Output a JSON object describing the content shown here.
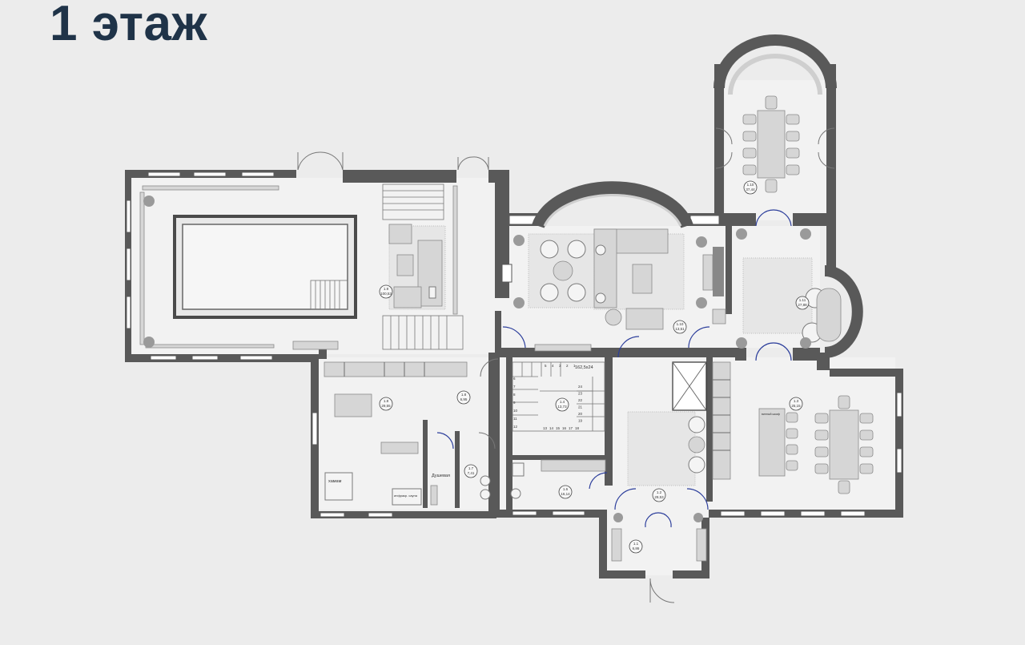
{
  "page": {
    "title": "1 этаж"
  },
  "rooms": [
    {
      "id": "1.9",
      "area": "100,53"
    },
    {
      "id": "1.8",
      "area": "29,55"
    },
    {
      "id": "1.8",
      "area": "6,95"
    },
    {
      "id": "1.7",
      "area": "7,41"
    },
    {
      "id": "1.10",
      "area": "37,44"
    },
    {
      "id": "1.11",
      "area": "27,88"
    },
    {
      "id": "1.10",
      "area": "13,51"
    },
    {
      "id": "1.6",
      "area": "16,14"
    },
    {
      "id": "1.3",
      "area": "25,15"
    },
    {
      "id": "1.2",
      "area": "29,53"
    },
    {
      "id": "1.4",
      "area": "13,73"
    },
    {
      "id": "1.1",
      "area": "6,86"
    }
  ],
  "labels": {
    "stair_size": "162,5х24",
    "shower": "Душевая",
    "sauna": "хамам",
    "heater": "инфракр. сауна",
    "appliance": "винный шкаф"
  },
  "stair_numbers": {
    "top": [
      "5",
      "4",
      "3",
      "2",
      "1"
    ],
    "left": [
      "6",
      "7",
      "8",
      "9",
      "10",
      "11",
      "12"
    ],
    "bottom": [
      "13",
      "14",
      "15",
      "16",
      "17",
      "18"
    ],
    "right": [
      "24",
      "23",
      "22",
      "21",
      "20",
      "19"
    ]
  }
}
